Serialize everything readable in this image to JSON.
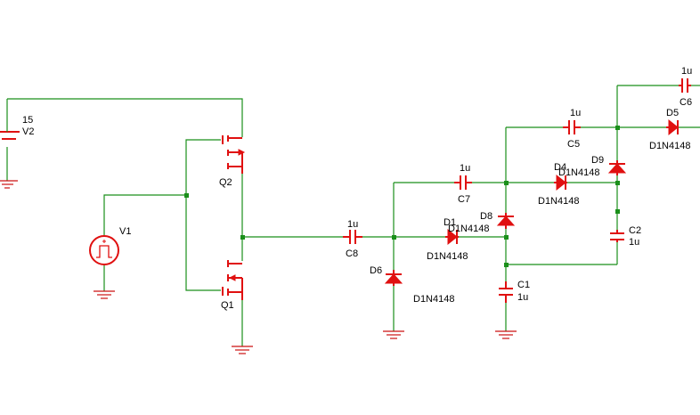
{
  "components": {
    "V2": {
      "name": "V2",
      "value": "15"
    },
    "V1": {
      "name": "V1"
    },
    "Q1": {
      "name": "Q1"
    },
    "Q2": {
      "name": "Q2"
    },
    "C1": {
      "name": "C1",
      "value": "1u"
    },
    "C2": {
      "name": "C2",
      "value": "1u"
    },
    "C5": {
      "name": "C5",
      "value": "1u"
    },
    "C6": {
      "name": "C6",
      "value": "1u"
    },
    "C7": {
      "name": "C7",
      "value": "1u"
    },
    "C8": {
      "name": "C8",
      "value": "1u"
    },
    "D1": {
      "name": "D1",
      "model": "D1N4148"
    },
    "D4": {
      "name": "D4",
      "model": "D1N4148"
    },
    "D5": {
      "name": "D5",
      "model": "D1N4148"
    },
    "D6": {
      "name": "D6",
      "model": "D1N4148"
    },
    "D8": {
      "name": "D8",
      "model": "D1N4148"
    },
    "D9": {
      "name": "D9",
      "model": "D1N4148"
    }
  },
  "colors": {
    "wire": "#1a8f1a",
    "component": "#e01010",
    "text": "#000000"
  }
}
